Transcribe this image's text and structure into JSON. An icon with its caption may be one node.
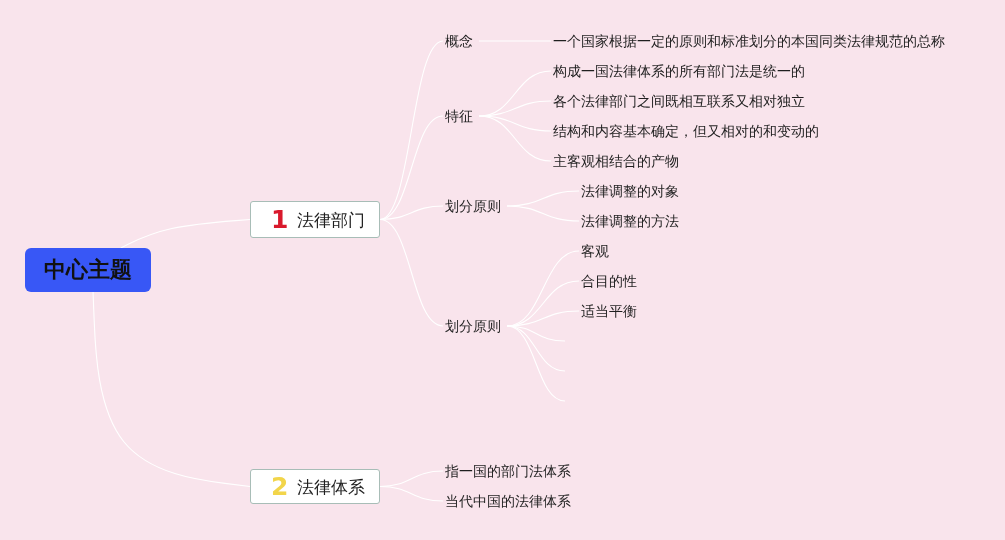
{
  "diagram": {
    "nodes": [
      {
        "text": [
          "中心主题"
        ]
      },
      {
        "text": [
          "1",
          "法律部门"
        ]
      },
      {
        "text": [
          "概念"
        ]
      },
      {
        "text": [
          "一个国家根据一定的原则和标准划分的本国同类法律规范的总称"
        ]
      },
      {
        "text": [
          "特征"
        ]
      },
      {
        "text": [
          "构成一国法律体系的所有部门法是统一的"
        ]
      },
      {
        "text": [
          "各个法律部门之间既相互联系又相对独立"
        ]
      },
      {
        "text": [
          "结构和内容基本确定，但又相对的和变动的"
        ]
      },
      {
        "text": [
          "主客观相结合的产物"
        ]
      },
      {
        "text": [
          "划分原则"
        ]
      },
      {
        "text": [
          "法律调整的对象"
        ]
      },
      {
        "text": [
          "法律调整的方法"
        ]
      },
      {
        "text": [
          "划分原则"
        ]
      },
      {
        "text": [
          "客观"
        ]
      },
      {
        "text": [
          "合目的性"
        ]
      },
      {
        "text": [
          "适当平衡"
        ]
      },
      {
        "text": [
          "2",
          "法律体系"
        ]
      },
      {
        "text": [
          "指一国的部门法体系"
        ]
      },
      {
        "text": [
          "当代中国的法律体系"
        ]
      }
    ],
    "edges": [
      {
        "from": 0,
        "to": 1,
        "arrow": "none"
      },
      {
        "from": 1,
        "to": 2,
        "arrow": "none"
      },
      {
        "from": 2,
        "to": 3,
        "arrow": "none"
      },
      {
        "from": 1,
        "to": 4,
        "arrow": "none"
      },
      {
        "from": 4,
        "to": 5,
        "arrow": "none"
      },
      {
        "from": 4,
        "to": 6,
        "arrow": "none"
      },
      {
        "from": 4,
        "to": 7,
        "arrow": "none"
      },
      {
        "from": 4,
        "to": 8,
        "arrow": "none"
      },
      {
        "from": 1,
        "to": 9,
        "arrow": "none"
      },
      {
        "from": 9,
        "to": 10,
        "arrow": "none"
      },
      {
        "from": 9,
        "to": 11,
        "arrow": "none"
      },
      {
        "from": 1,
        "to": 12,
        "arrow": "none"
      },
      {
        "from": 12,
        "to": 13,
        "arrow": "none"
      },
      {
        "from": 12,
        "to": 14,
        "arrow": "none"
      },
      {
        "from": 12,
        "to": 15,
        "arrow": "none"
      },
      {
        "from": 12,
        "to": null,
        "arrow": "none"
      },
      {
        "from": 12,
        "to": null,
        "arrow": "none"
      },
      {
        "from": 12,
        "to": null,
        "arrow": "none"
      },
      {
        "from": 0,
        "to": 16,
        "arrow": "none"
      },
      {
        "from": 16,
        "to": 17,
        "arrow": "none"
      },
      {
        "from": 16,
        "to": 18,
        "arrow": "none"
      }
    ]
  }
}
